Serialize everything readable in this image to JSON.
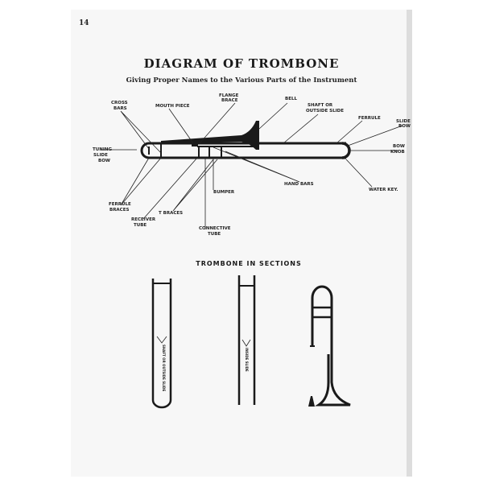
{
  "page_number": "14",
  "title": "DIAGRAM OF TROMBONE",
  "subtitle": "Giving Proper Names to the Various Parts of the Instrument",
  "labels": {
    "cross_bars": [
      "CROSS",
      "BARS"
    ],
    "mouth_piece": "MOUTH PIECE",
    "flange_brace": [
      "FLANGE",
      "BRACE"
    ],
    "bell": "BELL",
    "shaft": [
      "SHAFT OR",
      "OUTSIDE SLIDE"
    ],
    "ferrule": "FERRULE",
    "slide_bow": [
      "SLIDE",
      "BOW"
    ],
    "tuning_slide_bow": [
      "TUNING",
      "SLIDE",
      "BOW"
    ],
    "bow_knob": [
      "BOW",
      "KNOB"
    ],
    "hand_bars": "HAND BARS",
    "water_key": "WATER KEY.",
    "bumper": "BUMPER",
    "ferrule_braces": [
      "FERRULE",
      "BRACES"
    ],
    "t_braces": "T BRACES",
    "receiver_tube": [
      "RECEIVER",
      "TUBE"
    ],
    "connective_tube": [
      "CONNECTIVE",
      "TUBE"
    ]
  },
  "sections_title": "TROMBONE IN SECTIONS",
  "section_labels": {
    "outside_slide": "SHAFT OR OUTSIDE SLIDE",
    "inside_slide": "INSIDE SLIDE"
  }
}
